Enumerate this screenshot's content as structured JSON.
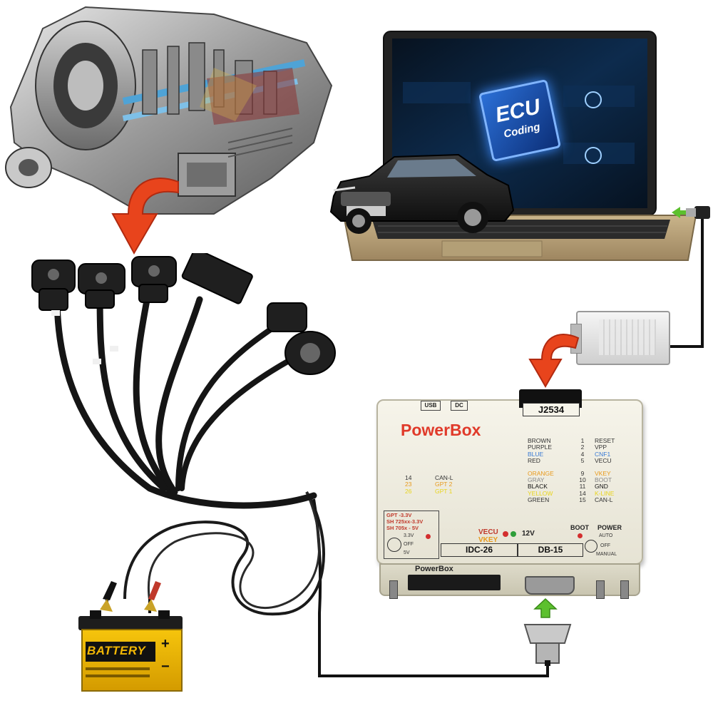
{
  "laptop": {
    "screen_badge_line1": "ECU",
    "screen_badge_line2": "Coding"
  },
  "powerbox": {
    "title": "PowerBox",
    "port_usb": "USB",
    "port_dc": "DC",
    "connector_top": "J2534",
    "pin_table_right": [
      {
        "color": "BROWN",
        "num": "1",
        "func": "RESET",
        "c": "#333333"
      },
      {
        "color": "PURPLE",
        "num": "2",
        "func": "VPP",
        "c": "#333333"
      },
      {
        "color": "BLUE",
        "num": "4",
        "func": "CNF1",
        "c": "#3a7bd5"
      },
      {
        "color": "RED",
        "num": "5",
        "func": "VECU",
        "c": "#333333"
      },
      {
        "color": "ORANGE",
        "num": "9",
        "func": "VKEY",
        "c": "#e89a1c"
      },
      {
        "color": "GRAY",
        "num": "10",
        "func": "BOOT",
        "c": "#888888"
      },
      {
        "color": "BLACK",
        "num": "11",
        "func": "GND",
        "c": "#111111"
      },
      {
        "color": "YELLOW",
        "num": "14",
        "func": "K-LINE",
        "c": "#e8d41c"
      },
      {
        "color": "GREEN",
        "num": "15",
        "func": "CAN-L",
        "c": "#333333"
      }
    ],
    "pin_table_left": [
      {
        "num": "14",
        "func": "CAN-L",
        "c": "#333333"
      },
      {
        "num": "23",
        "func": "GPT 2",
        "c": "#e89a1c"
      },
      {
        "num": "26",
        "func": "GPT 1",
        "c": "#e8d41c"
      }
    ],
    "gpt_box": {
      "line1": "GPT   -3.3V",
      "line2": "SH 725xx-3.3V",
      "line3": "SH 705x  -  5V",
      "v33": "3.3V",
      "off": "OFF",
      "v5": "5V"
    },
    "vecu_label": "VECU",
    "vkey_label": "VKEY",
    "v12_label": "12V",
    "boot_label": "BOOT",
    "power_label": "POWER",
    "auto_label": "AUTO",
    "off_label": "OFF",
    "manual_label": "MANUAL",
    "idc_label": "IDC-26",
    "db_label": "DB-15",
    "front_brand": "PowerBox"
  },
  "battery": {
    "label": "BATTERY",
    "plus": "+",
    "minus": "−"
  },
  "colors": {
    "arrow_red": "#e8441c",
    "arrow_green": "#5cc02e",
    "box_body": "#f1efe4",
    "title_red": "#e03a2a",
    "battery_yellow": "#f2b705"
  }
}
